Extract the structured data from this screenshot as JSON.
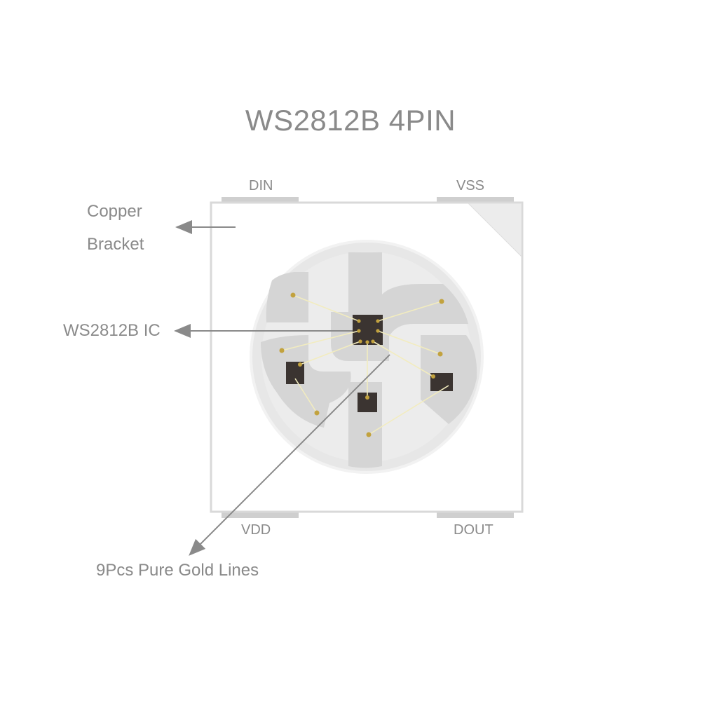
{
  "title": "WS2812B 4PIN",
  "pins": {
    "din": "DIN",
    "vss": "VSS",
    "vdd": "VDD",
    "dout": "DOUT"
  },
  "callouts": {
    "copper_line1": "Copper",
    "copper_line2": "Bracket",
    "ic": "WS2812B IC",
    "gold_lines": "9Pcs Pure Gold Lines"
  },
  "colors": {
    "text": "#8a8a8a",
    "package_border": "#d8d8d8",
    "lens": "#e6e6e6",
    "bracket": "#d3d3d3",
    "die": "#3a3330",
    "wire": "#f3ecc0",
    "bond_pad": "#b89a3a"
  }
}
